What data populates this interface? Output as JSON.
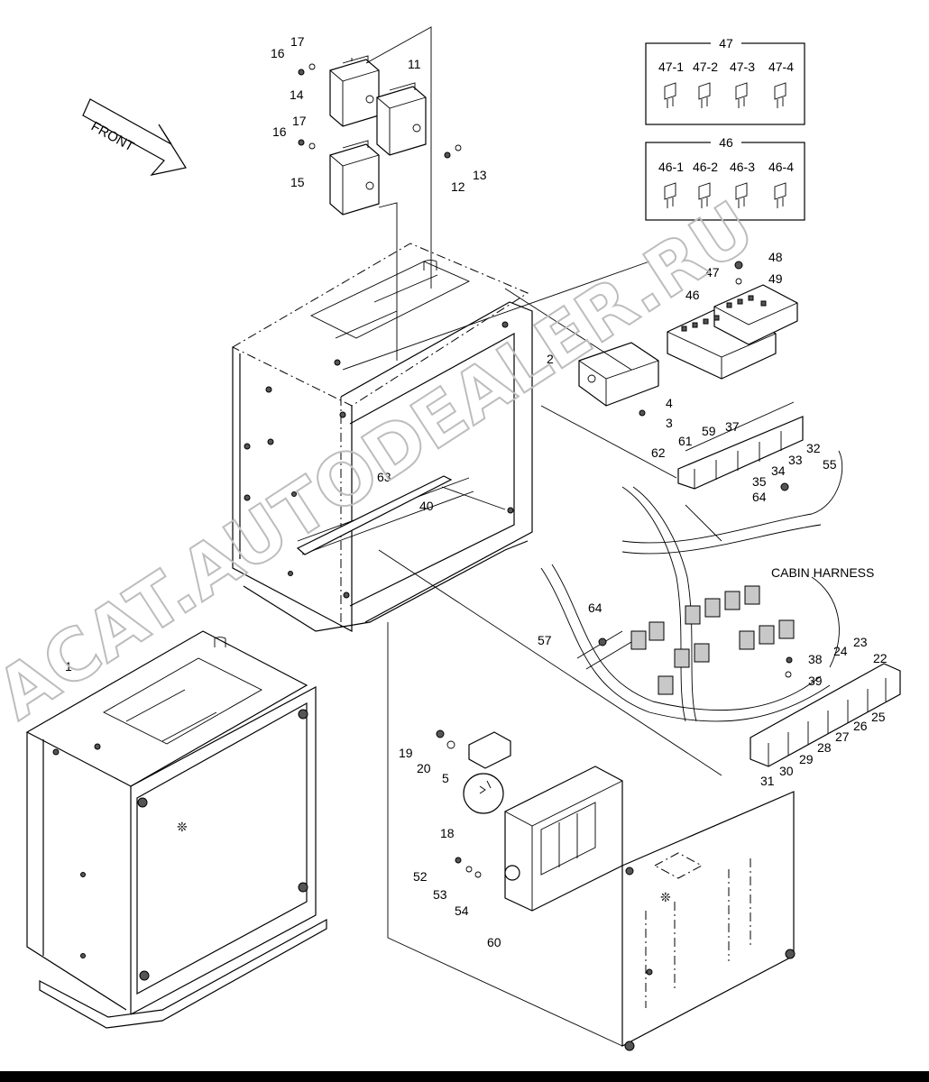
{
  "diagram": {
    "front_arrow_label": "FRONT",
    "cabin_harness_label": "CABIN HARNESS",
    "box_47": {
      "title": "47",
      "items": [
        "47-1",
        "47-2",
        "47-3",
        "47-4"
      ]
    },
    "box_46": {
      "title": "46",
      "items": [
        "46-1",
        "46-2",
        "46-3",
        "46-4"
      ]
    },
    "callouts": [
      "1",
      "2",
      "3",
      "4",
      "5",
      "12",
      "13",
      "11",
      "14",
      "15",
      "16",
      "16",
      "17",
      "17",
      "18",
      "19",
      "20",
      "22",
      "23",
      "24",
      "25",
      "26",
      "27",
      "28",
      "29",
      "30",
      "31",
      "32",
      "33",
      "34",
      "35",
      "37",
      "38",
      "39",
      "40",
      "46",
      "47",
      "48",
      "49",
      "52",
      "53",
      "54",
      "55",
      "57",
      "59",
      "60",
      "61",
      "62",
      "63",
      "64",
      "64"
    ],
    "watermark": "ACAT.AUTODEALER.RU"
  }
}
